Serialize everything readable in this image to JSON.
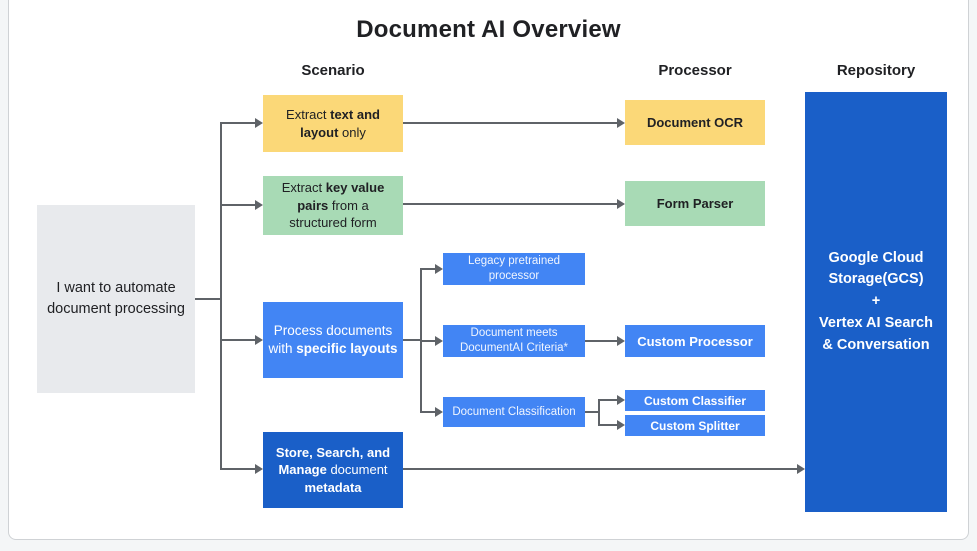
{
  "title": "Document AI Overview",
  "column_headers": {
    "scenario": "Scenario",
    "processor": "Processor",
    "repository": "Repository"
  },
  "root_box": {
    "text": "I want to automate document processing"
  },
  "scenarios": {
    "extract_text": {
      "pre": "Extract ",
      "bold": "text and layout",
      "post": " only"
    },
    "extract_kv": {
      "pre": "Extract ",
      "bold": "key value pairs",
      "post": " from a structured form"
    },
    "specific_layouts": {
      "pre": "Process documents with ",
      "bold": "specific layouts"
    },
    "store_search": {
      "bold1": "Store, Search, and Manage",
      "mid": " document ",
      "bold2": "metadata"
    }
  },
  "intermediates": {
    "legacy": "Legacy pretrained processor",
    "criteria": "Document meets DocumentAI Criteria*",
    "classification": "Document Classification"
  },
  "processors": {
    "ocr": "Document OCR",
    "form_parser": "Form Parser",
    "custom_processor": "Custom Processor",
    "custom_classifier": "Custom Classifier",
    "custom_splitter": "Custom Splitter"
  },
  "repository_box": {
    "line1": "Google Cloud Storage(GCS)",
    "plus": "+",
    "line2": "Vertex AI Search & Conversation"
  },
  "colors": {
    "yellow": "#FBD878",
    "green": "#A8DAB5",
    "bright_blue": "#4285F4",
    "dark_blue": "#1A5FC8",
    "gray_box": "#E8EAED",
    "arrow_gray": "#5F6368",
    "text_dark": "#202124",
    "canvas_border": "#CFD2D5"
  }
}
